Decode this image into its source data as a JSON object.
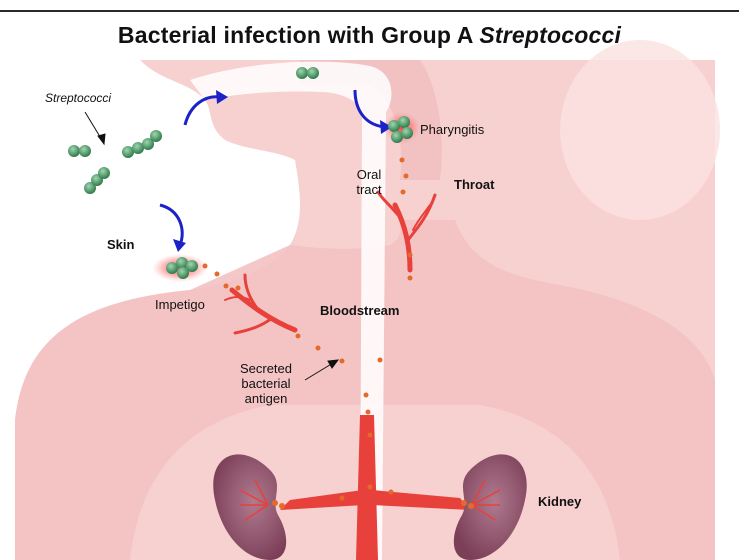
{
  "title": {
    "prefix": "Bacterial infection with Group A ",
    "italic": "Streptococci"
  },
  "labels": {
    "streptococci": "Streptococci",
    "skin": "Skin",
    "impetigo": "Impetigo",
    "pharyngitis": "Pharyngitis",
    "oral_tract_line1": "Oral",
    "oral_tract_line2": "tract",
    "throat": "Throat",
    "bloodstream": "Bloodstream",
    "secreted_line1": "Secreted",
    "secreted_line2": "bacterial",
    "secreted_line3": "antigen",
    "kidney": "Kidney"
  },
  "colors": {
    "body": "#f6cccc",
    "body_dark": "#eeb5b6",
    "vessel": "#e8403a",
    "kidney": "#8e4a63",
    "bacteria": "#3f8a5b",
    "arrow": "#1a22c8",
    "antigen": "#e36a2a"
  }
}
